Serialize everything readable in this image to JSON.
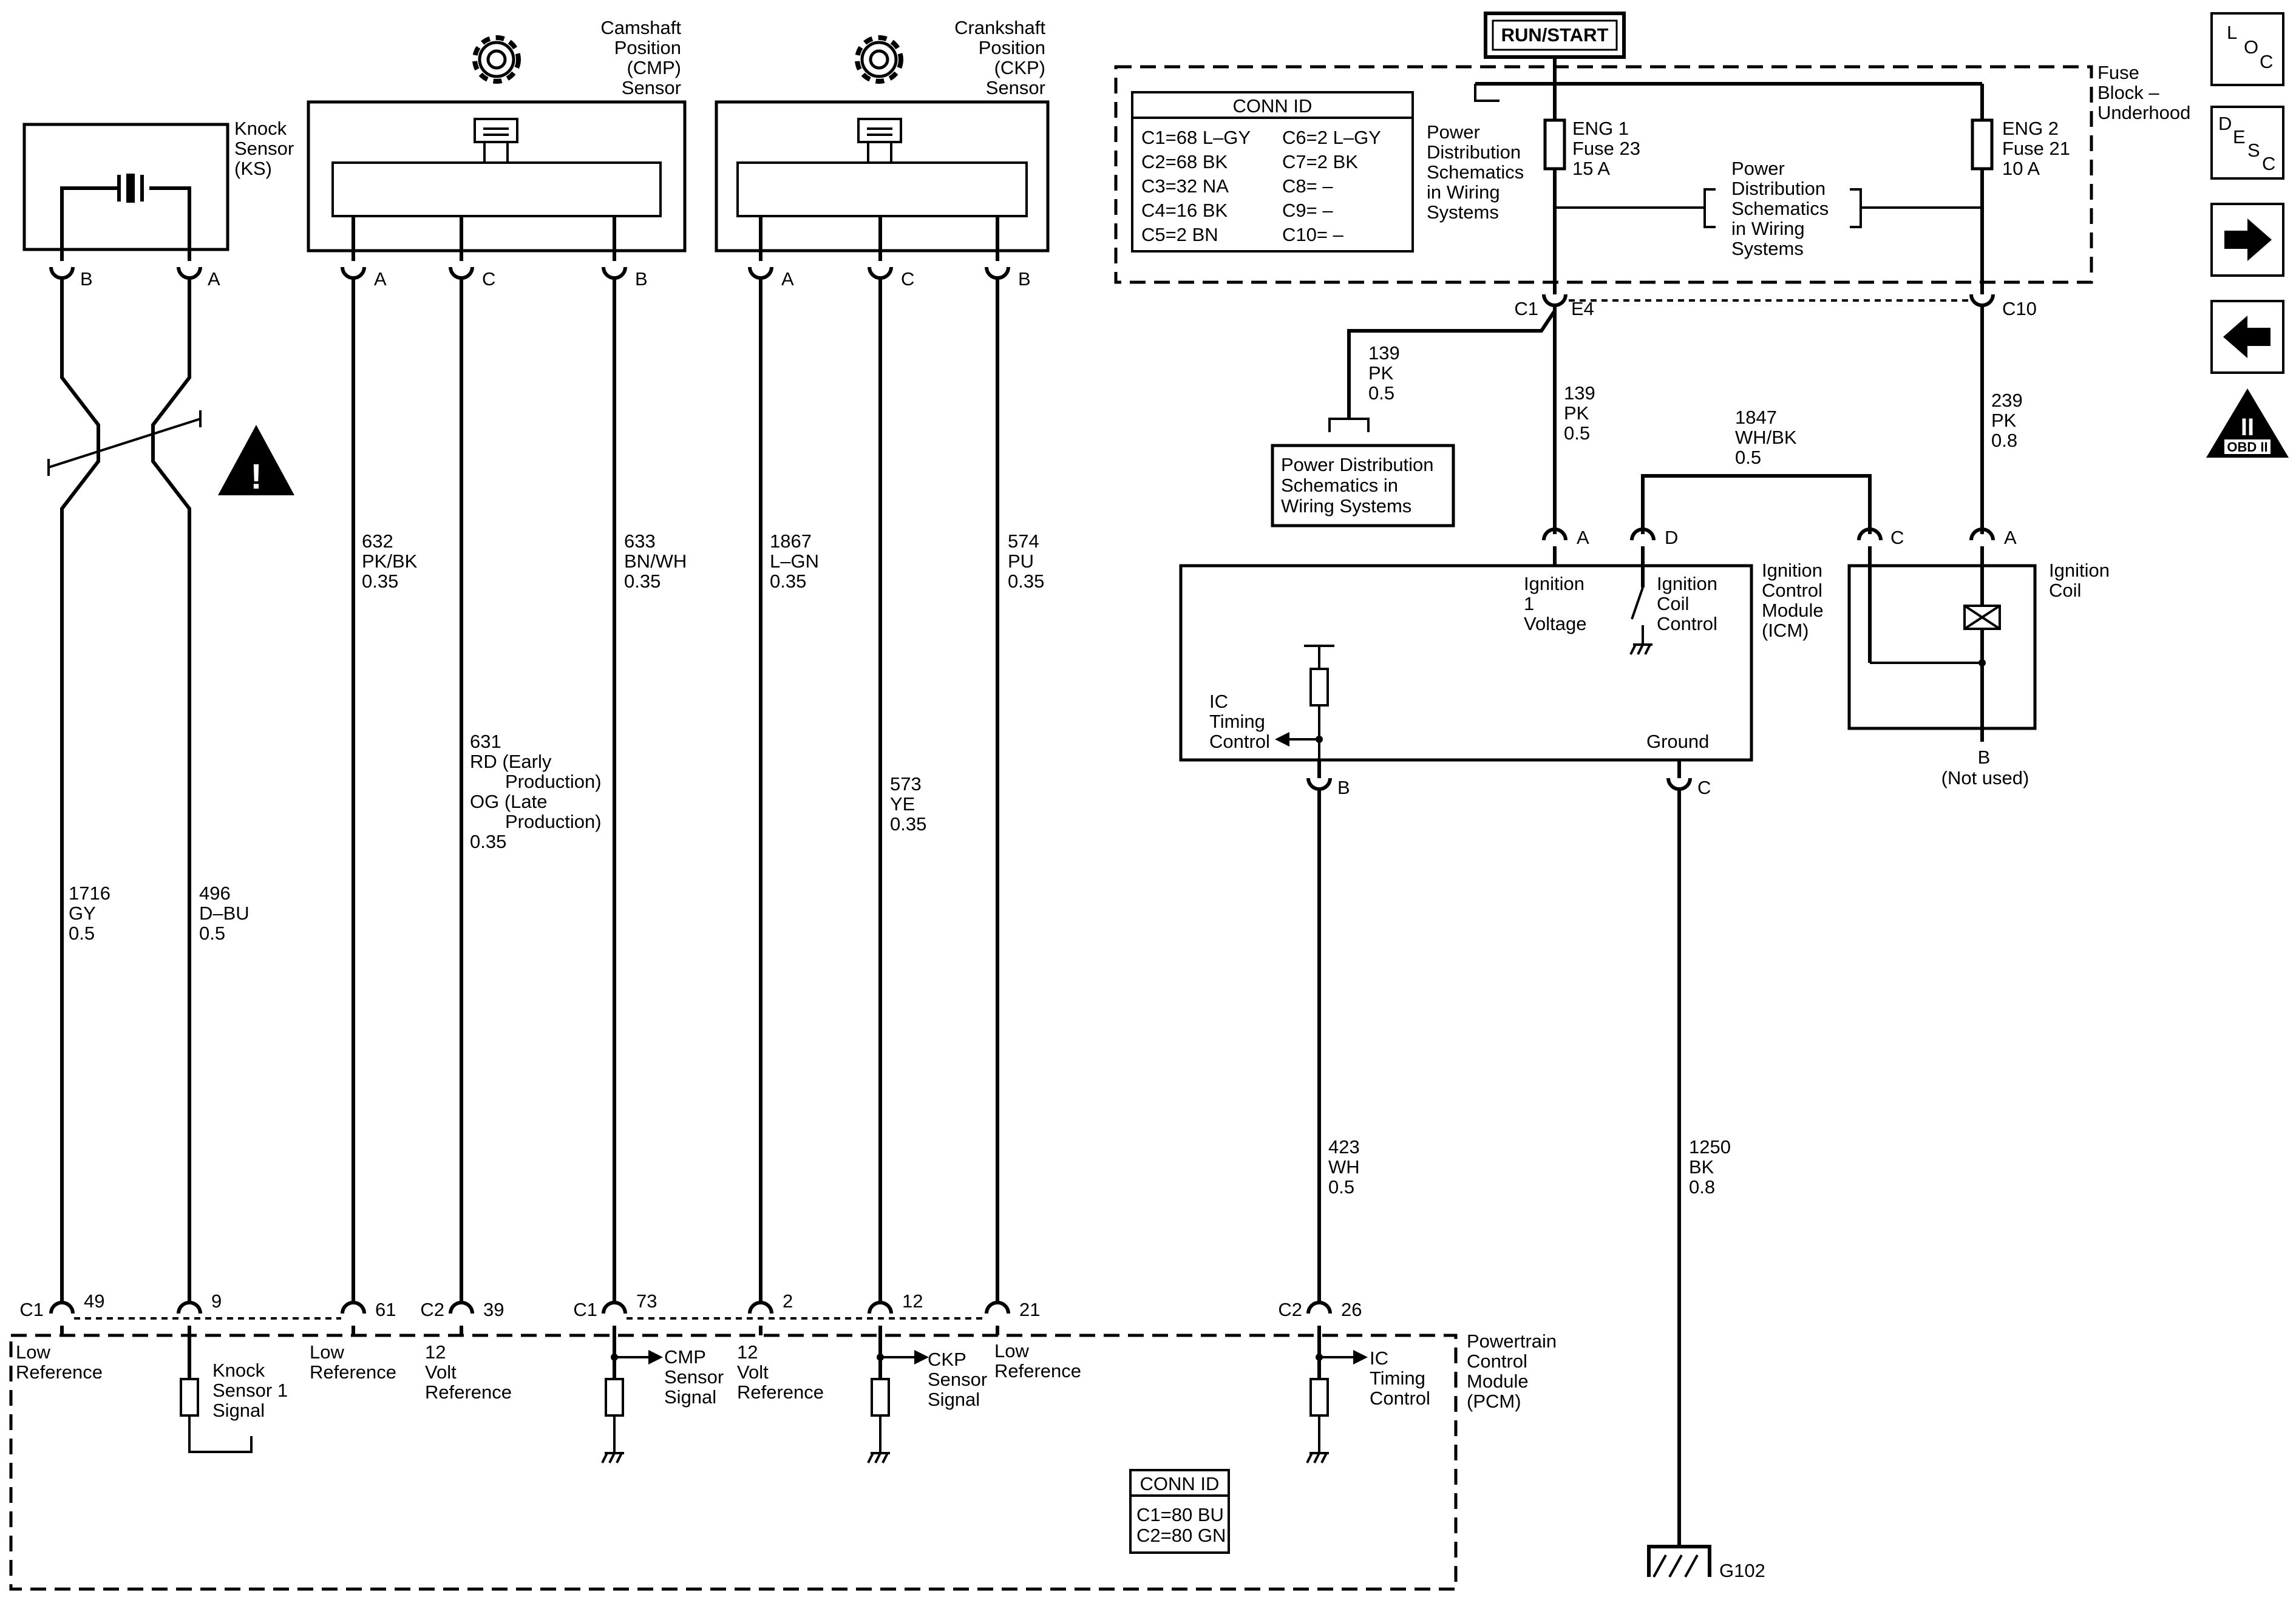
{
  "top_button": "RUN/START",
  "fuse_block": {
    "label": [
      "Fuse",
      "Block –",
      "Underhood"
    ],
    "power_dist_left": [
      "Power",
      "Distribution",
      "Schematics",
      "in Wiring",
      "Systems"
    ],
    "power_dist_mid": [
      "Power",
      "Distribution",
      "Schematics",
      "in Wiring",
      "Systems"
    ],
    "fuse1": [
      "ENG 1",
      "Fuse 23",
      "15 A"
    ],
    "fuse2": [
      "ENG 2",
      "Fuse 21",
      "10 A"
    ],
    "conn_title": "CONN ID",
    "conn_left": [
      "C1=68 L–GY",
      "C2=68 BK",
      "C3=32 NA",
      "C4=16 BK",
      "C5=2 BN"
    ],
    "conn_right": [
      "C6=2 L–GY",
      "C7=2 BK",
      "C8= –",
      "C9= –",
      "C10= –"
    ]
  },
  "components": {
    "knock_sensor": [
      "Knock",
      "Sensor",
      "(KS)"
    ],
    "cmp_sensor": [
      "Camshaft",
      "Position",
      "(CMP)",
      "Sensor"
    ],
    "ckp_sensor": [
      "Crankshaft",
      "Position",
      "(CKP)",
      "Sensor"
    ],
    "icm": [
      "Ignition",
      "Control",
      "Module",
      "(ICM)"
    ],
    "coil": [
      "Ignition",
      "Coil"
    ],
    "pcm": [
      "Powertrain",
      "Control",
      "Module",
      "(PCM)"
    ]
  },
  "pins": {
    "ks_b": "B",
    "ks_a": "A",
    "cmp_a": "A",
    "cmp_c": "C",
    "cmp_b": "B",
    "ckp_a": "A",
    "ckp_c": "C",
    "ckp_b": "B",
    "c1": "C1",
    "e4": "E4",
    "c10": "C10",
    "icm_a": "A",
    "icm_d": "D",
    "icm_b": "B",
    "icm_c": "C",
    "coil_c": "C",
    "coil_a": "A",
    "coil_b": "B",
    "coil_not_used": "(Not used)"
  },
  "wires": {
    "w1716": [
      "1716",
      "GY",
      "0.5"
    ],
    "w496": [
      "496",
      "D–BU",
      "0.5"
    ],
    "w632": [
      "632",
      "PK/BK",
      "0.35"
    ],
    "w631": [
      "631",
      "RD (Early",
      "Production)",
      "OG (Late",
      "Production)",
      "0.35"
    ],
    "w633": [
      "633",
      "BN/WH",
      "0.35"
    ],
    "w1867": [
      "1867",
      "L–GN",
      "0.35"
    ],
    "w573": [
      "573",
      "YE",
      "0.35"
    ],
    "w574": [
      "574",
      "PU",
      "0.35"
    ],
    "w139a": [
      "139",
      "PK",
      "0.5"
    ],
    "w139b": [
      "139",
      "PK",
      "0.5"
    ],
    "w239": [
      "239",
      "PK",
      "0.8"
    ],
    "w1847": [
      "1847",
      "WH/BK",
      "0.5"
    ],
    "w423": [
      "423",
      "WH",
      "0.5"
    ],
    "w1250": [
      "1250",
      "BK",
      "0.8"
    ]
  },
  "power_dist_box": [
    "Power Distribution",
    "Schematics in",
    "Wiring Systems"
  ],
  "icm_labels": {
    "ign_voltage": [
      "Ignition",
      "1",
      "Voltage"
    ],
    "coil_control": [
      "Ignition",
      "Coil",
      "Control"
    ],
    "ic_timing": [
      "IC",
      "Timing",
      "Control"
    ],
    "ground": "Ground"
  },
  "pcm_pins": {
    "c1": "C1",
    "c2a": "C2",
    "c1b": "C1",
    "c2b": "C2",
    "p49": "49",
    "p9": "9",
    "p61": "61",
    "p39": "39",
    "p73": "73",
    "p2": "2",
    "p12": "12",
    "p21": "21",
    "p26": "26"
  },
  "pcm_labels": {
    "low_ref_1": [
      "Low",
      "Reference"
    ],
    "ks1_signal": [
      "Knock",
      "Sensor 1",
      "Signal"
    ],
    "low_ref_2": [
      "Low",
      "Reference"
    ],
    "v12_ref_1": [
      "12",
      "Volt",
      "Reference"
    ],
    "cmp_signal": [
      "CMP",
      "Sensor",
      "Signal"
    ],
    "v12_ref_2": [
      "12",
      "Volt",
      "Reference"
    ],
    "ckp_signal": [
      "CKP",
      "Sensor",
      "Signal"
    ],
    "low_ref_3": [
      "Low",
      "Reference"
    ],
    "ic_timing": [
      "IC",
      "Timing",
      "Control"
    ]
  },
  "pcm_conn": {
    "title": "CONN ID",
    "rows": [
      "C1=80 BU",
      "C2=80 GN"
    ]
  },
  "ground": "G102",
  "nav": {
    "loc": [
      "L",
      "O",
      "C"
    ],
    "desc": [
      "D",
      "E",
      "S",
      "C"
    ],
    "obd": [
      "II",
      "OBD II"
    ]
  }
}
